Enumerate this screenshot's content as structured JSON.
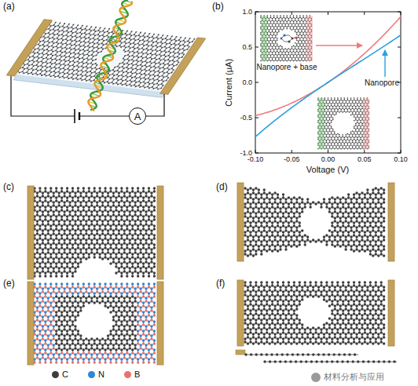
{
  "diagram": {
    "nodes": [
      {
        "text": [
          "A"
        ]
      }
    ],
    "edges": [],
    "labels": [
      "(a)",
      "(b)",
      "Nanopore + base",
      "Nanopore",
      "1.0",
      "0.5",
      "0.0",
      "-0.5",
      "-1.0",
      "-0.10",
      "-0.05",
      "0.00",
      "0.05",
      "0.10",
      "Current (μA)",
      "Voltage (V)",
      "(c)",
      "(d)",
      "(e)",
      "(f)",
      "材料分析与应用"
    ],
    "legend": [
      {
        "text": "C",
        "color": "#3d3d3d"
      },
      {
        "text": "N",
        "color": "#2f86d6"
      },
      {
        "text": "B",
        "color": "#e8726e"
      }
    ]
  }
}
